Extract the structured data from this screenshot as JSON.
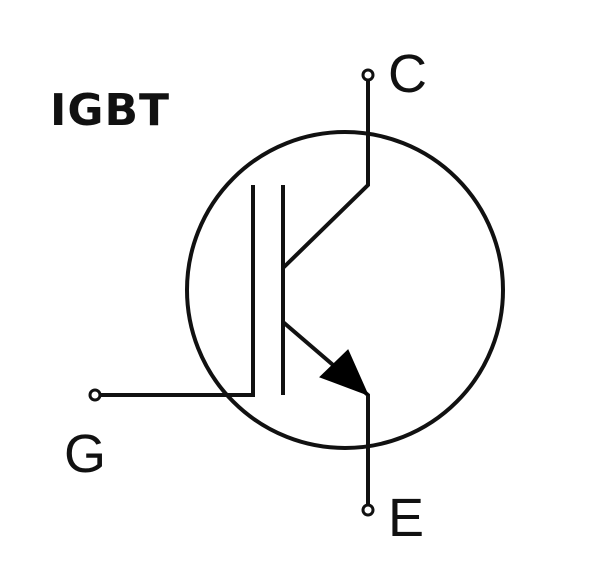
{
  "title": "IGBT",
  "terminals": {
    "collector": "C",
    "gate": "G",
    "emitter": "E"
  },
  "colors": {
    "line": "#111111",
    "background": "#ffffff"
  }
}
